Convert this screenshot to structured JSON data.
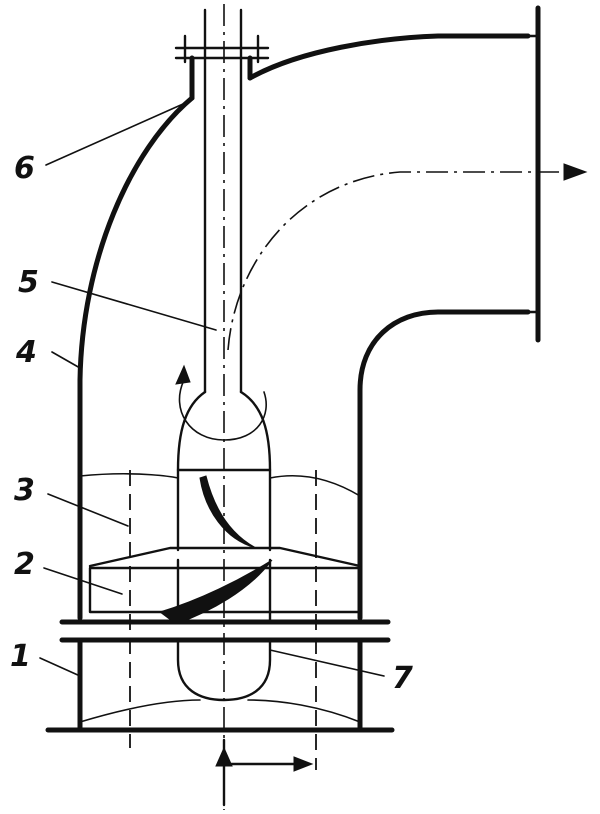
{
  "labels": {
    "one": "1",
    "two": "2",
    "three": "3",
    "four": "4",
    "five": "5",
    "six": "6",
    "seven": "7"
  }
}
